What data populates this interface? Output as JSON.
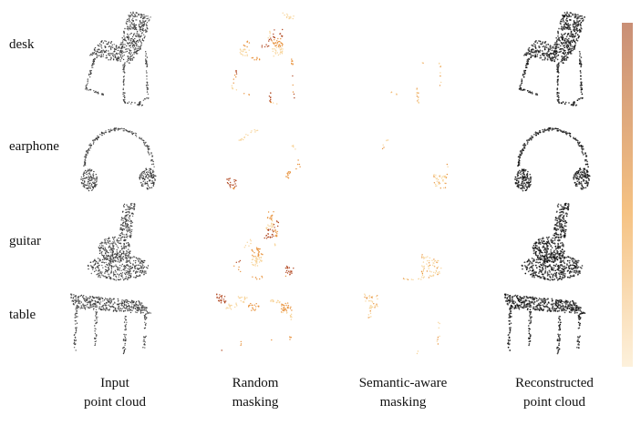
{
  "rows": [
    "desk",
    "earphone",
    "guitar",
    "table"
  ],
  "columns": [
    {
      "line1": "Input",
      "line2": "point cloud"
    },
    {
      "line1": "Random",
      "line2": "masking"
    },
    {
      "line1": "Semantic-aware",
      "line2": "masking"
    },
    {
      "line1": "Reconstructed",
      "line2": "point cloud"
    }
  ],
  "colors": {
    "points_gray": "#3a3a3a",
    "mask_dark": "#b0451e",
    "mask_mid": "#e8933e",
    "mask_light": "#f7d49a",
    "colorbar_top": "#c98f76",
    "colorbar_mid": "#f5c283",
    "colorbar_bottom": "#fdf1dc"
  },
  "colorbar": {
    "present": true,
    "orientation": "vertical",
    "ticks": []
  }
}
